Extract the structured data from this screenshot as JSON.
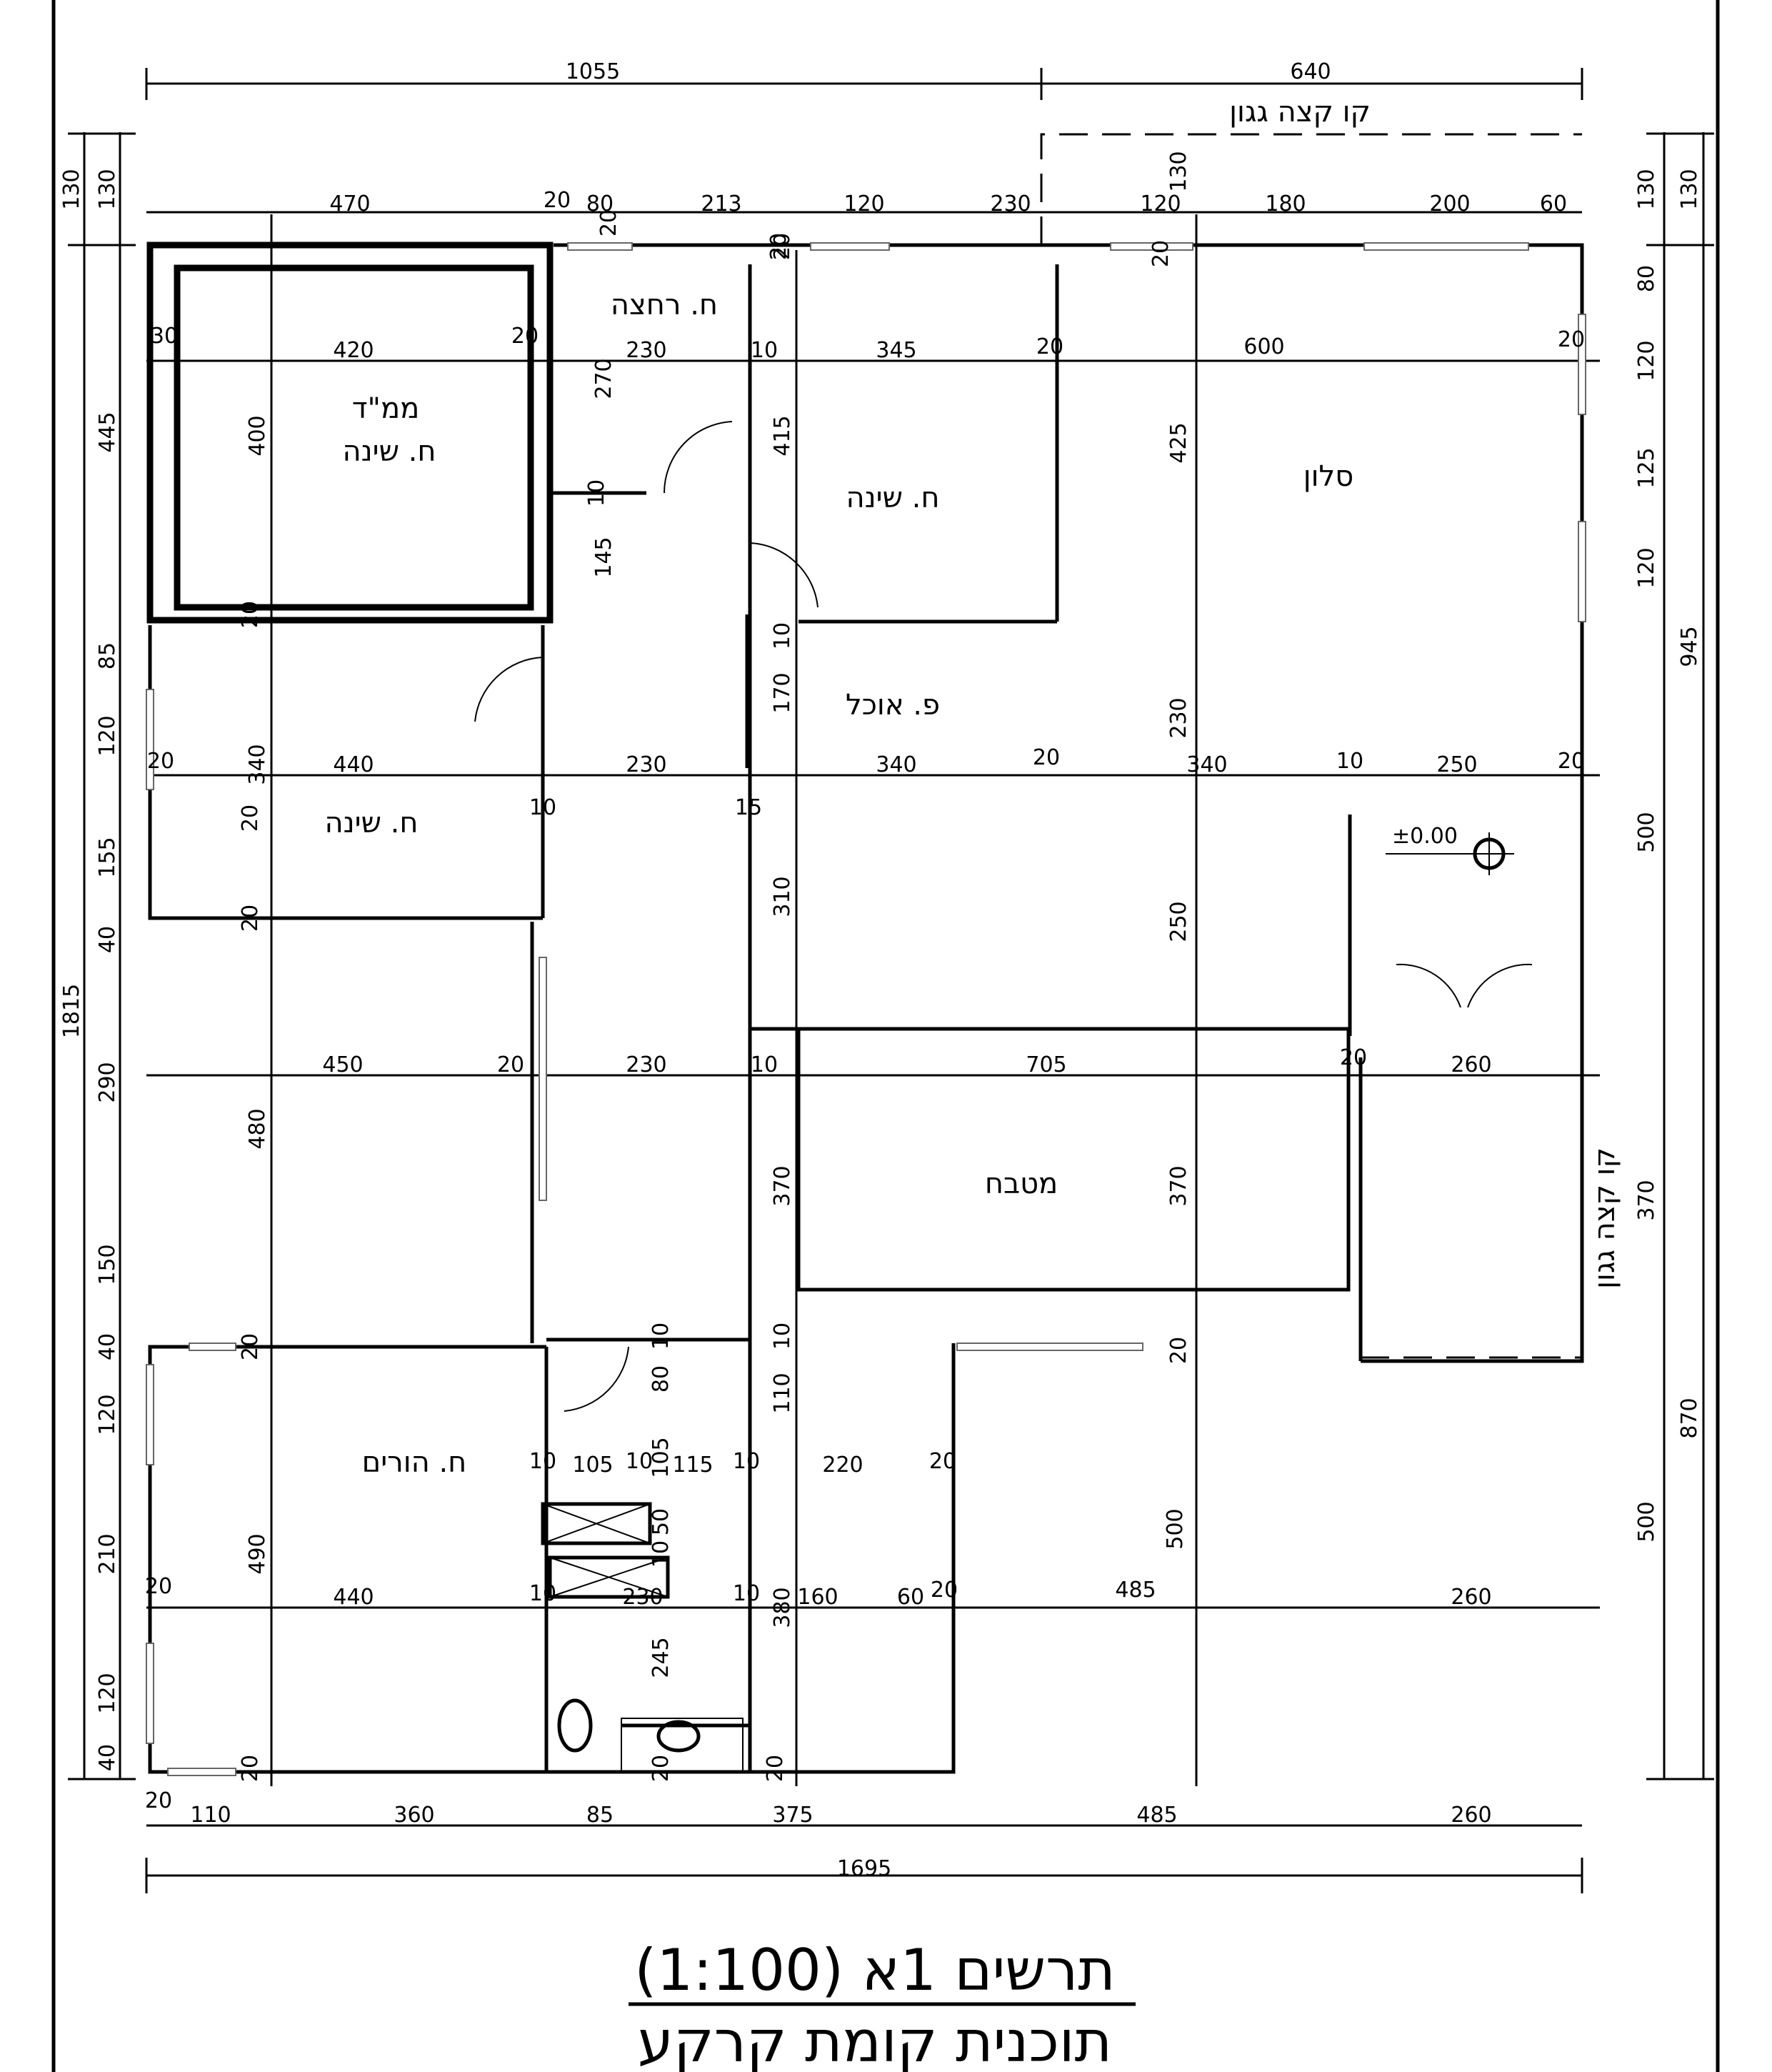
{
  "title": {
    "line1": "תרשים 1א (1:100)",
    "line2": "תוכנית קומת קרקע"
  },
  "rooms": {
    "mamad": "ממ\"ד",
    "bedroom_mamad": "ח. שינה",
    "bathroom": "ח. רחצה",
    "bedroom_north": "ח. שינה",
    "salon": "סלון",
    "dining": "פ. אוכל",
    "bedroom_west": "ח. שינה",
    "kitchen": "מטבח",
    "parents": "ח. הורים"
  },
  "notes": {
    "roof_edge_top": "קו קצה גגון",
    "roof_edge_side": "קו קצה גגון",
    "elevation": "±0.00"
  },
  "dims": {
    "top_overall": [
      "1055",
      "640"
    ],
    "top_detail": [
      "470",
      "20",
      "80",
      "20",
      "213",
      "20",
      "120",
      "230",
      "120",
      "130",
      "20",
      "180",
      "200",
      "60"
    ],
    "row_a": [
      "30",
      "420",
      "20",
      "270",
      "230",
      "10",
      "345",
      "20",
      "425",
      "600",
      "20"
    ],
    "misc_mid": [
      "400",
      "10",
      "145",
      "415",
      "20",
      "20",
      "10",
      "170"
    ],
    "row_b": [
      "20",
      "340",
      "440",
      "10",
      "230",
      "15",
      "340",
      "20",
      "230",
      "340",
      "10",
      "250",
      "20",
      "20",
      "310",
      "250"
    ],
    "row_c": [
      "20",
      "480",
      "450",
      "20",
      "230",
      "10",
      "705",
      "20",
      "260",
      "370",
      "370",
      "20"
    ],
    "row_d": [
      "10",
      "10",
      "80",
      "110",
      "20"
    ],
    "row_e": [
      "10",
      "105",
      "10",
      "105",
      "115",
      "10",
      "220",
      "20",
      "500"
    ],
    "row_f": [
      "20",
      "490",
      "440",
      "10",
      "50",
      "10",
      "230",
      "10",
      "380",
      "160",
      "60",
      "20",
      "485",
      "260",
      "245",
      "20",
      "20",
      "20"
    ],
    "bottom_detail": [
      "20",
      "110",
      "360",
      "85",
      "375",
      "485",
      "260"
    ],
    "bottom_overall": [
      "1695"
    ],
    "left_outer": [
      "130",
      "1815"
    ],
    "left_inner": [
      "130",
      "445",
      "85",
      "120",
      "155",
      "40",
      "290",
      "150",
      "40",
      "120",
      "210",
      "120",
      "40"
    ],
    "right_inner": [
      "130",
      "80",
      "120",
      "125",
      "120",
      "500",
      "370",
      "500"
    ],
    "right_outer": [
      "130",
      "945",
      "870"
    ]
  }
}
